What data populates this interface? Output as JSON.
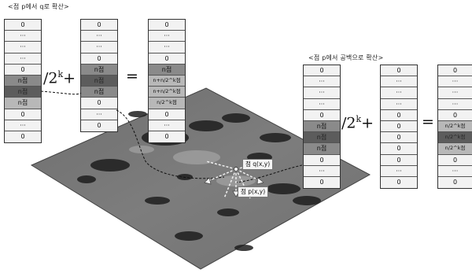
{
  "diagram": {
    "caption_left": "<점 p에서 q로 확산>",
    "caption_right": "<점 p에서 공백으로 확산>",
    "operator_text": "/2",
    "operator_sup": "k",
    "operator_plus": "+",
    "equals": "=",
    "col1": [
      "0",
      "···",
      "···",
      "···",
      "0",
      "n점",
      "n점",
      "n점",
      "0",
      "···",
      "0"
    ],
    "col2": [
      "0",
      "···",
      "···",
      "0",
      "n점",
      "n점",
      "n점",
      "0",
      "···",
      "0"
    ],
    "col3": [
      "0",
      "···",
      "···",
      "0",
      "n점",
      "n+n/2^k점",
      "n+n/2^k점",
      "n/2^k점",
      "0",
      "···",
      "0"
    ],
    "col4": [
      "0",
      "···",
      "···",
      "···",
      "0",
      "n점",
      "n점",
      "n점",
      "0",
      "···",
      "0"
    ],
    "col5": [
      "0",
      "···",
      "···",
      "···",
      "0",
      "0",
      "0",
      "0",
      "0",
      "···",
      "0"
    ],
    "col6": [
      "0",
      "···",
      "···",
      "···",
      "0",
      "n/2^k점",
      "n/2^k점",
      "n/2^k점",
      "0",
      "···",
      "0"
    ],
    "point_q": "점 q(x,y)",
    "point_p": "점 p(x,y)"
  }
}
